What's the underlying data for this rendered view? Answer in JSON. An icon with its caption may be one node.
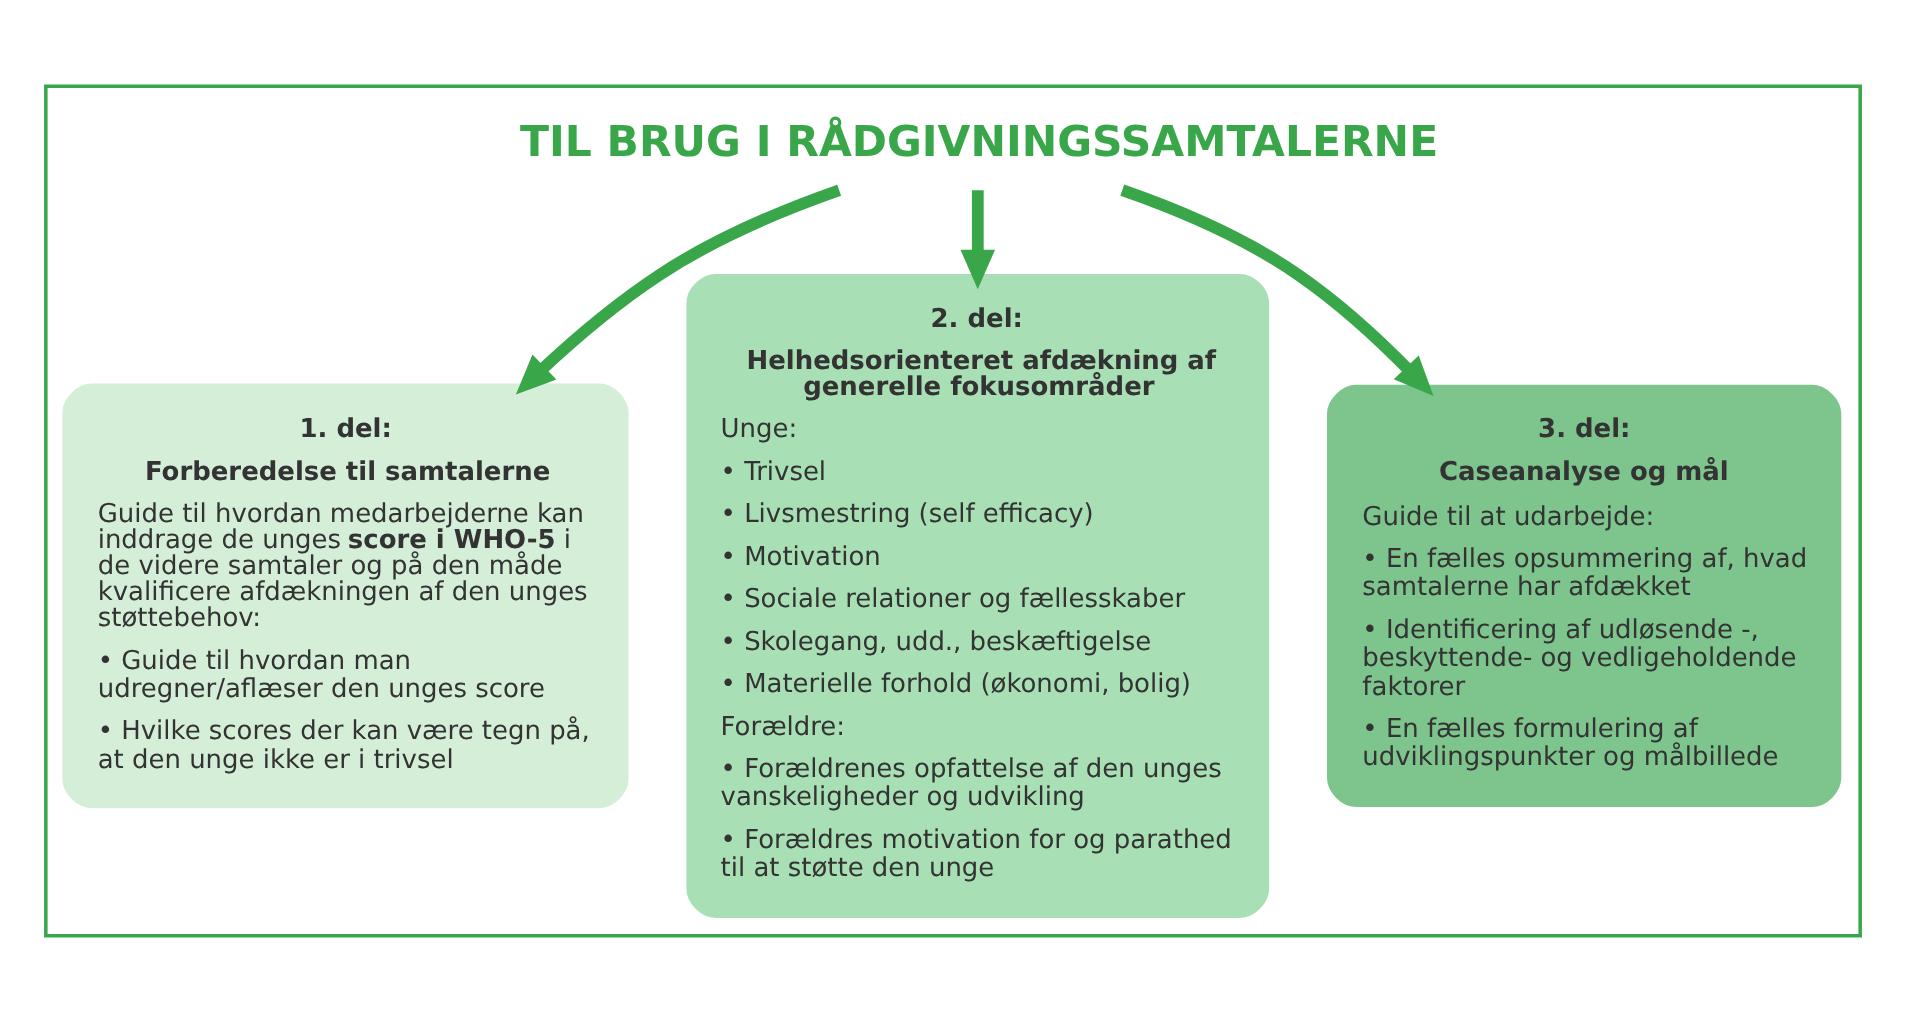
{
  "diagram": {
    "nodes": [
      {
        "text": [],
        "shape": "box"
      },
      {
        "text": [
          "TIL BRUG I RÅDGIVNINGSSAMTALERNE"
        ],
        "in": 0
      },
      {
        "text": [
          "1. del:",
          "Forberedelse til samtalerne",
          "Guide til hvordan medarbejderne kan inddrage de unges **score i WHO-5** i de videre samtaler og på den måde kvalificere afdækningen af den unges støttebehov:",
          "• Guide til hvordan man udregner/aflæser den unges score",
          "• Hvilke scores der kan være tegn på, at den unge ikke er i trivsel"
        ],
        "in": 0
      },
      {
        "text": [
          "2. del:",
          "Helhedsorienteret afdækning af generelle fokusområder",
          "Unge:",
          "• Trivsel",
          "• Livsmestring (self efficacy)",
          "• Motivation",
          "• Sociale relationer og fællesskaber",
          "• Skolegang, udd., beskæftigelse",
          "• Materielle forhold (økonomi, bolig)",
          "Forældre:",
          "• Forældrenes opfattelse af den unges vanskeligheder og udvikling",
          "• Forældres motivation for og parathed til at støtte den unge"
        ],
        "in": 0
      },
      {
        "text": [
          "3. del:",
          "Caseanalyse og mål",
          "Guide til at udarbejde:",
          "• En fælles opsummering af, hvad samtalerne har afdækket",
          "• Identificering af udløsende -, beskyttende- og vedligeholdende faktorer",
          "• En fælles formulering af udviklingspunkter og målbillede"
        ],
        "in": 0
      }
    ],
    "edges": [
      {
        "from": 1,
        "to": 2,
        "arrow": "to"
      },
      {
        "from": 1,
        "to": 3,
        "arrow": "to"
      },
      {
        "from": 1,
        "to": 4,
        "arrow": "to"
      }
    ]
  }
}
